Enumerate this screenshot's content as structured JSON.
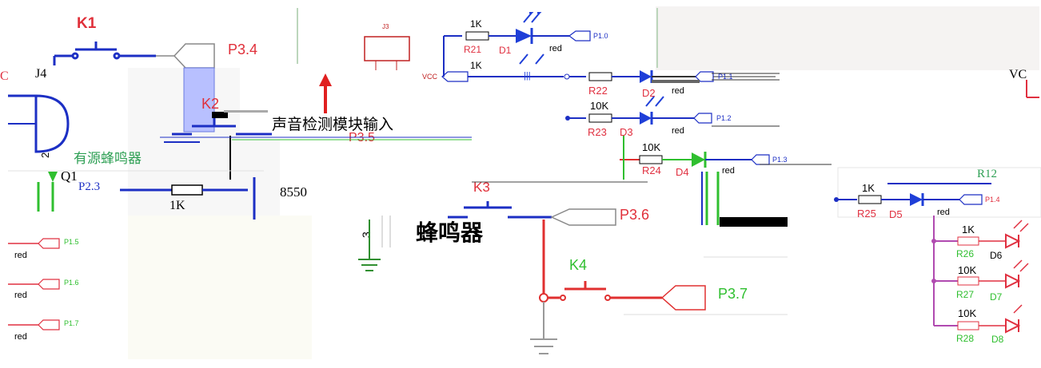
{
  "switches": {
    "k1": "K1",
    "k2": "K2",
    "k3": "K3",
    "k4": "K4"
  },
  "ports": {
    "p34": "P3.4",
    "p36": "P3.6",
    "p37": "P3.7",
    "p35": "P3.5",
    "p10": "P1.0",
    "p11": "P1.1",
    "p12": "P1.2",
    "p13": "P1.3",
    "p14": "P1.4",
    "p15": "P1.5",
    "p16": "P1.6",
    "p17": "P1.7",
    "p23": "P2.3"
  },
  "resistors": {
    "r21": "R21",
    "r22": "R22",
    "r23": "R23",
    "r24": "R24",
    "r25": "R25",
    "r26": "R26",
    "r27": "R27",
    "r28": "R28",
    "r12": "R12"
  },
  "values": {
    "k1_r21": "1K",
    "k1_r22": "1K",
    "k10_r23": "10K",
    "k10_r24": "10K",
    "k1_r25": "1K",
    "k1_r26": "1K",
    "k10_r27": "10K",
    "k10_r28": "10K",
    "k1_base": "1K"
  },
  "diodes": {
    "d1": "D1",
    "d2": "D2",
    "d3": "D3",
    "d4": "D4",
    "d5": "D5",
    "d6": "D6",
    "d7": "D7",
    "d8": "D8",
    "red": "red"
  },
  "misc": {
    "j4": "J4",
    "j3": "J3",
    "q1": "Q1",
    "vcc": "VCC",
    "vcc_left": "C",
    "vcc_right": "VC",
    "pin2": "2",
    "pin3": "3",
    "transistor": "8550"
  },
  "annotations": {
    "sound_input": "声音检测模块输入",
    "active_buzzer": "有源蜂鸣器",
    "buzzer": "蜂鸣器"
  },
  "colors": {
    "switch_blue": "#1c2fc4",
    "port_red": "#e0303a",
    "wire_red": "#e03030",
    "led_blue": "#1f3fd8",
    "k4_green": "#2fbf2f",
    "purple": "#b04ab0",
    "label_red": "#e03040"
  }
}
